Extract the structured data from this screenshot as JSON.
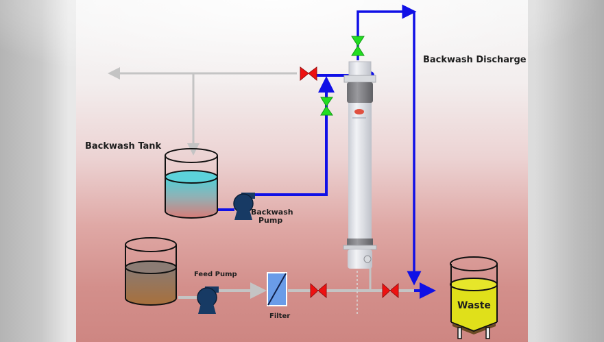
{
  "diagram": {
    "title": "Backwash process flow diagram",
    "labels": {
      "backwash_discharge": "Backwash Discharge",
      "backwash_tank": "Backwash Tank",
      "backwash_pump_line1": "Backwash",
      "backwash_pump_line2": "Pump",
      "feed_pump": "Feed Pump",
      "filter": "Filter",
      "waste": "Waste"
    },
    "components": [
      {
        "id": "backwash-tank",
        "type": "tank",
        "liquid": "clean water"
      },
      {
        "id": "backwash-pump",
        "type": "pump"
      },
      {
        "id": "feed-tank",
        "type": "tank",
        "liquid": "raw feed water"
      },
      {
        "id": "feed-pump",
        "type": "pump"
      },
      {
        "id": "filter",
        "type": "pre-filter"
      },
      {
        "id": "uf-module",
        "type": "membrane module"
      },
      {
        "id": "waste-tank",
        "type": "tank",
        "liquid": "waste"
      }
    ],
    "valves": [
      {
        "id": "top-discharge-valve",
        "state": "open"
      },
      {
        "id": "filtrate-outlet-valve",
        "state": "closed"
      },
      {
        "id": "backwash-inlet-valve",
        "state": "open"
      },
      {
        "id": "feed-inlet-valve",
        "state": "closed"
      },
      {
        "id": "concentrate-valve",
        "state": "closed"
      }
    ],
    "colors": {
      "active_line": "#1010e6",
      "inactive_line": "#c4c4c4",
      "valve_open": "#22dd22",
      "valve_closed": "#ee1111",
      "pump": "#173a64",
      "waste_liquid": "#e0e01a",
      "feed_liquid": "#9c7256",
      "backwash_liquid_top": "#4fd0d8",
      "backwash_liquid_bottom": "#d87c78",
      "filter": "#6a9ce8"
    }
  }
}
